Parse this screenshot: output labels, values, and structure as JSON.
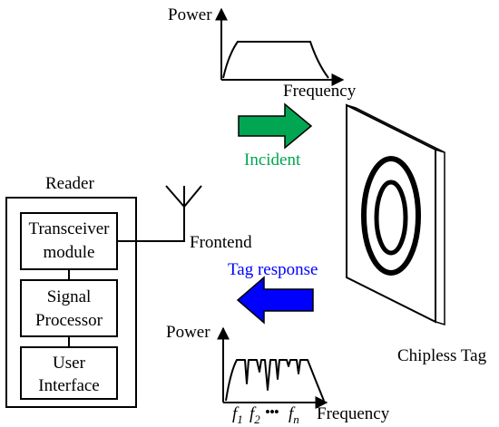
{
  "top_plot": {
    "y_label": "Power",
    "x_label": "Frequency"
  },
  "incident": {
    "label": "Incident",
    "color": "#00a651"
  },
  "tag_response": {
    "label": "Tag response",
    "color": "#0000ff"
  },
  "reader": {
    "title": "Reader",
    "blocks": [
      {
        "line1": "Transceiver",
        "line2": "module"
      },
      {
        "line1": "Signal",
        "line2": "Processor"
      },
      {
        "line1": "User",
        "line2": "Interface"
      }
    ]
  },
  "frontend": {
    "label": "Frontend"
  },
  "tag": {
    "label": "Chipless Tag"
  },
  "bottom_plot": {
    "y_label": "Power",
    "x_label": "Frequency",
    "tick_f1": "f",
    "tick_f1_sub": "1",
    "tick_f2": "f",
    "tick_f2_sub": "2",
    "tick_dots": "•••",
    "tick_fn": "f",
    "tick_fn_sub": "n"
  }
}
